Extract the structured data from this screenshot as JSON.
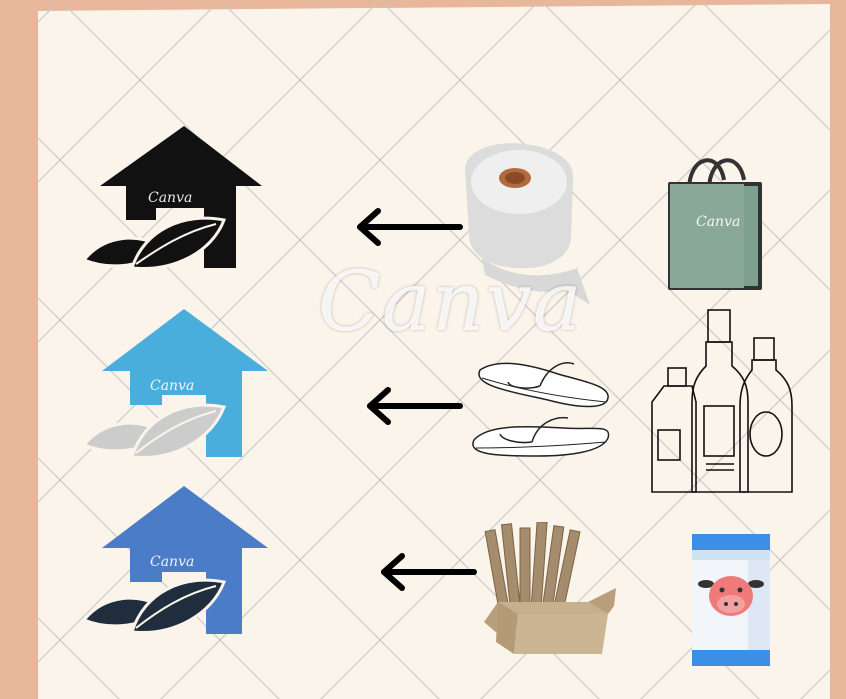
{
  "watermark": {
    "text": "Canva"
  },
  "rows": [
    {
      "house_color": "#111111",
      "leaf_color": "#111111",
      "arrow": "left-arrow",
      "items": [
        "toilet-paper-roll",
        "shopping-bag"
      ]
    },
    {
      "house_color": "#4aaedc",
      "leaf_color": "#cccccc",
      "arrow": "left-arrow",
      "items": [
        "flip-flops",
        "bottles"
      ]
    },
    {
      "house_color": "#4a7cc8",
      "leaf_color": "#1f2d3d",
      "arrow": "left-arrow",
      "items": [
        "box-of-straws",
        "milk-carton"
      ]
    }
  ],
  "colors": {
    "frame": "#e8b79b",
    "paper": "#fbf4ea",
    "grid": "#c9c9c9"
  }
}
